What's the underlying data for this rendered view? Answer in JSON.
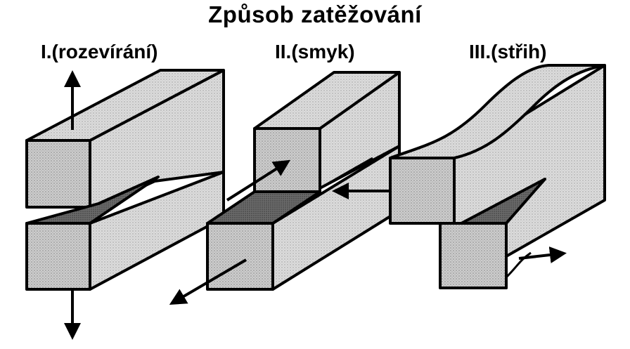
{
  "title": "Způsob zatěžování",
  "modes": [
    {
      "label": "I.(rozevírání)"
    },
    {
      "label": "II.(smyk)"
    },
    {
      "label": "III.(střih)"
    }
  ],
  "colors": {
    "face": "#cfcfcf",
    "top": "#e2e2e2",
    "side": "#bdbdbd",
    "crack": "#555555",
    "stroke": "#000000"
  }
}
